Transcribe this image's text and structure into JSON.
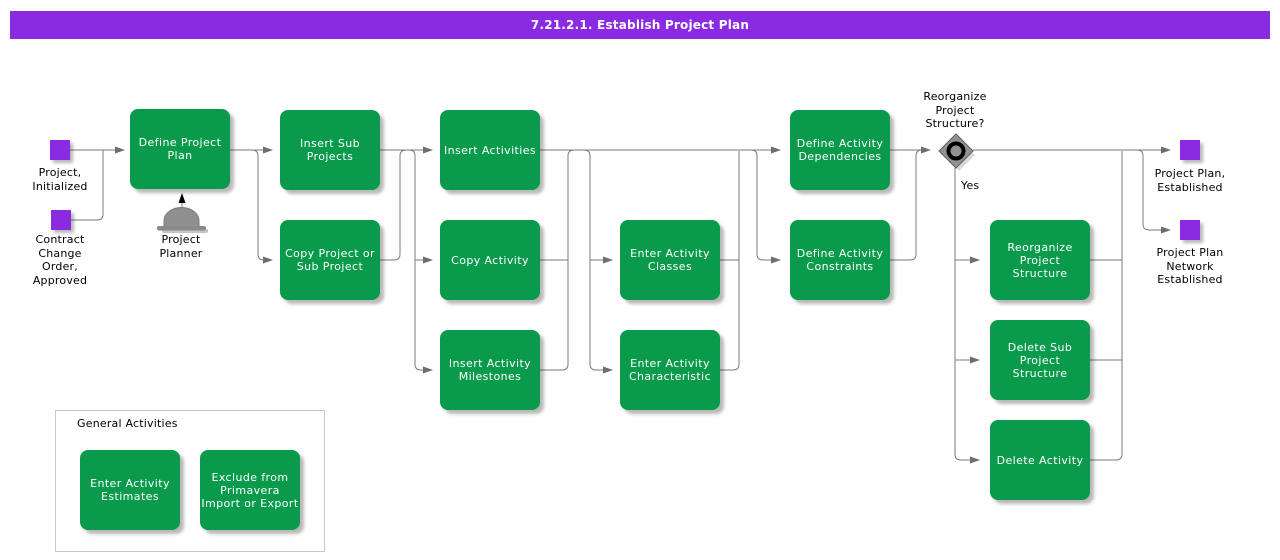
{
  "title": "7.21.2.1. Establish Project Plan",
  "colors": {
    "purple": "#8a2be2",
    "green": "#099a4c",
    "line_gray": "#7a7a7a",
    "diamond_gray": "#929292",
    "task_text": "#ffffff",
    "label_text": "#000000"
  },
  "events": {
    "project_initialized": {
      "label": "Project,\nInitialized"
    },
    "contract_change_order": {
      "label": "Contract\nChange\nOrder,\nApproved"
    },
    "project_plan_established": {
      "label": "Project Plan,\nEstablished"
    },
    "project_plan_network": {
      "label": "Project Plan\nNetwork\nEstablished"
    }
  },
  "tasks": {
    "define_project_plan": {
      "label": "Define Project\nPlan"
    },
    "insert_sub_projects": {
      "label": "Insert Sub\nProjects"
    },
    "copy_project": {
      "label": "Copy Project or\nSub Project"
    },
    "insert_activities": {
      "label": "Insert Activities"
    },
    "copy_activity": {
      "label": "Copy Activity"
    },
    "insert_activity_milestones": {
      "label": "Insert Activity\nMilestones"
    },
    "enter_activity_classes": {
      "label": "Enter Activity\nClasses"
    },
    "enter_activity_characteristic": {
      "label": "Enter Activity\nCharacteristic"
    },
    "define_activity_dependencies": {
      "label": "Define Activity\nDependencies"
    },
    "define_activity_constraints": {
      "label": "Define Activity\nConstraints"
    },
    "reorganize_project_structure": {
      "label": "Reorganize\nProject\nStructure"
    },
    "delete_sub_project_structure": {
      "label": "Delete Sub\nProject\nStructure"
    },
    "delete_activity": {
      "label": "Delete Activity"
    }
  },
  "decision": {
    "question": "Reorganize\nProject\nStructure?",
    "yes_label": "Yes"
  },
  "actor": {
    "label": "Project\nPlanner"
  },
  "group": {
    "title": "General Activities",
    "tasks": {
      "enter_activity_estimates": {
        "label": "Enter Activity\nEstimates"
      },
      "exclude_primavera": {
        "label": "Exclude from\nPrimavera\nImport or Export"
      }
    }
  }
}
